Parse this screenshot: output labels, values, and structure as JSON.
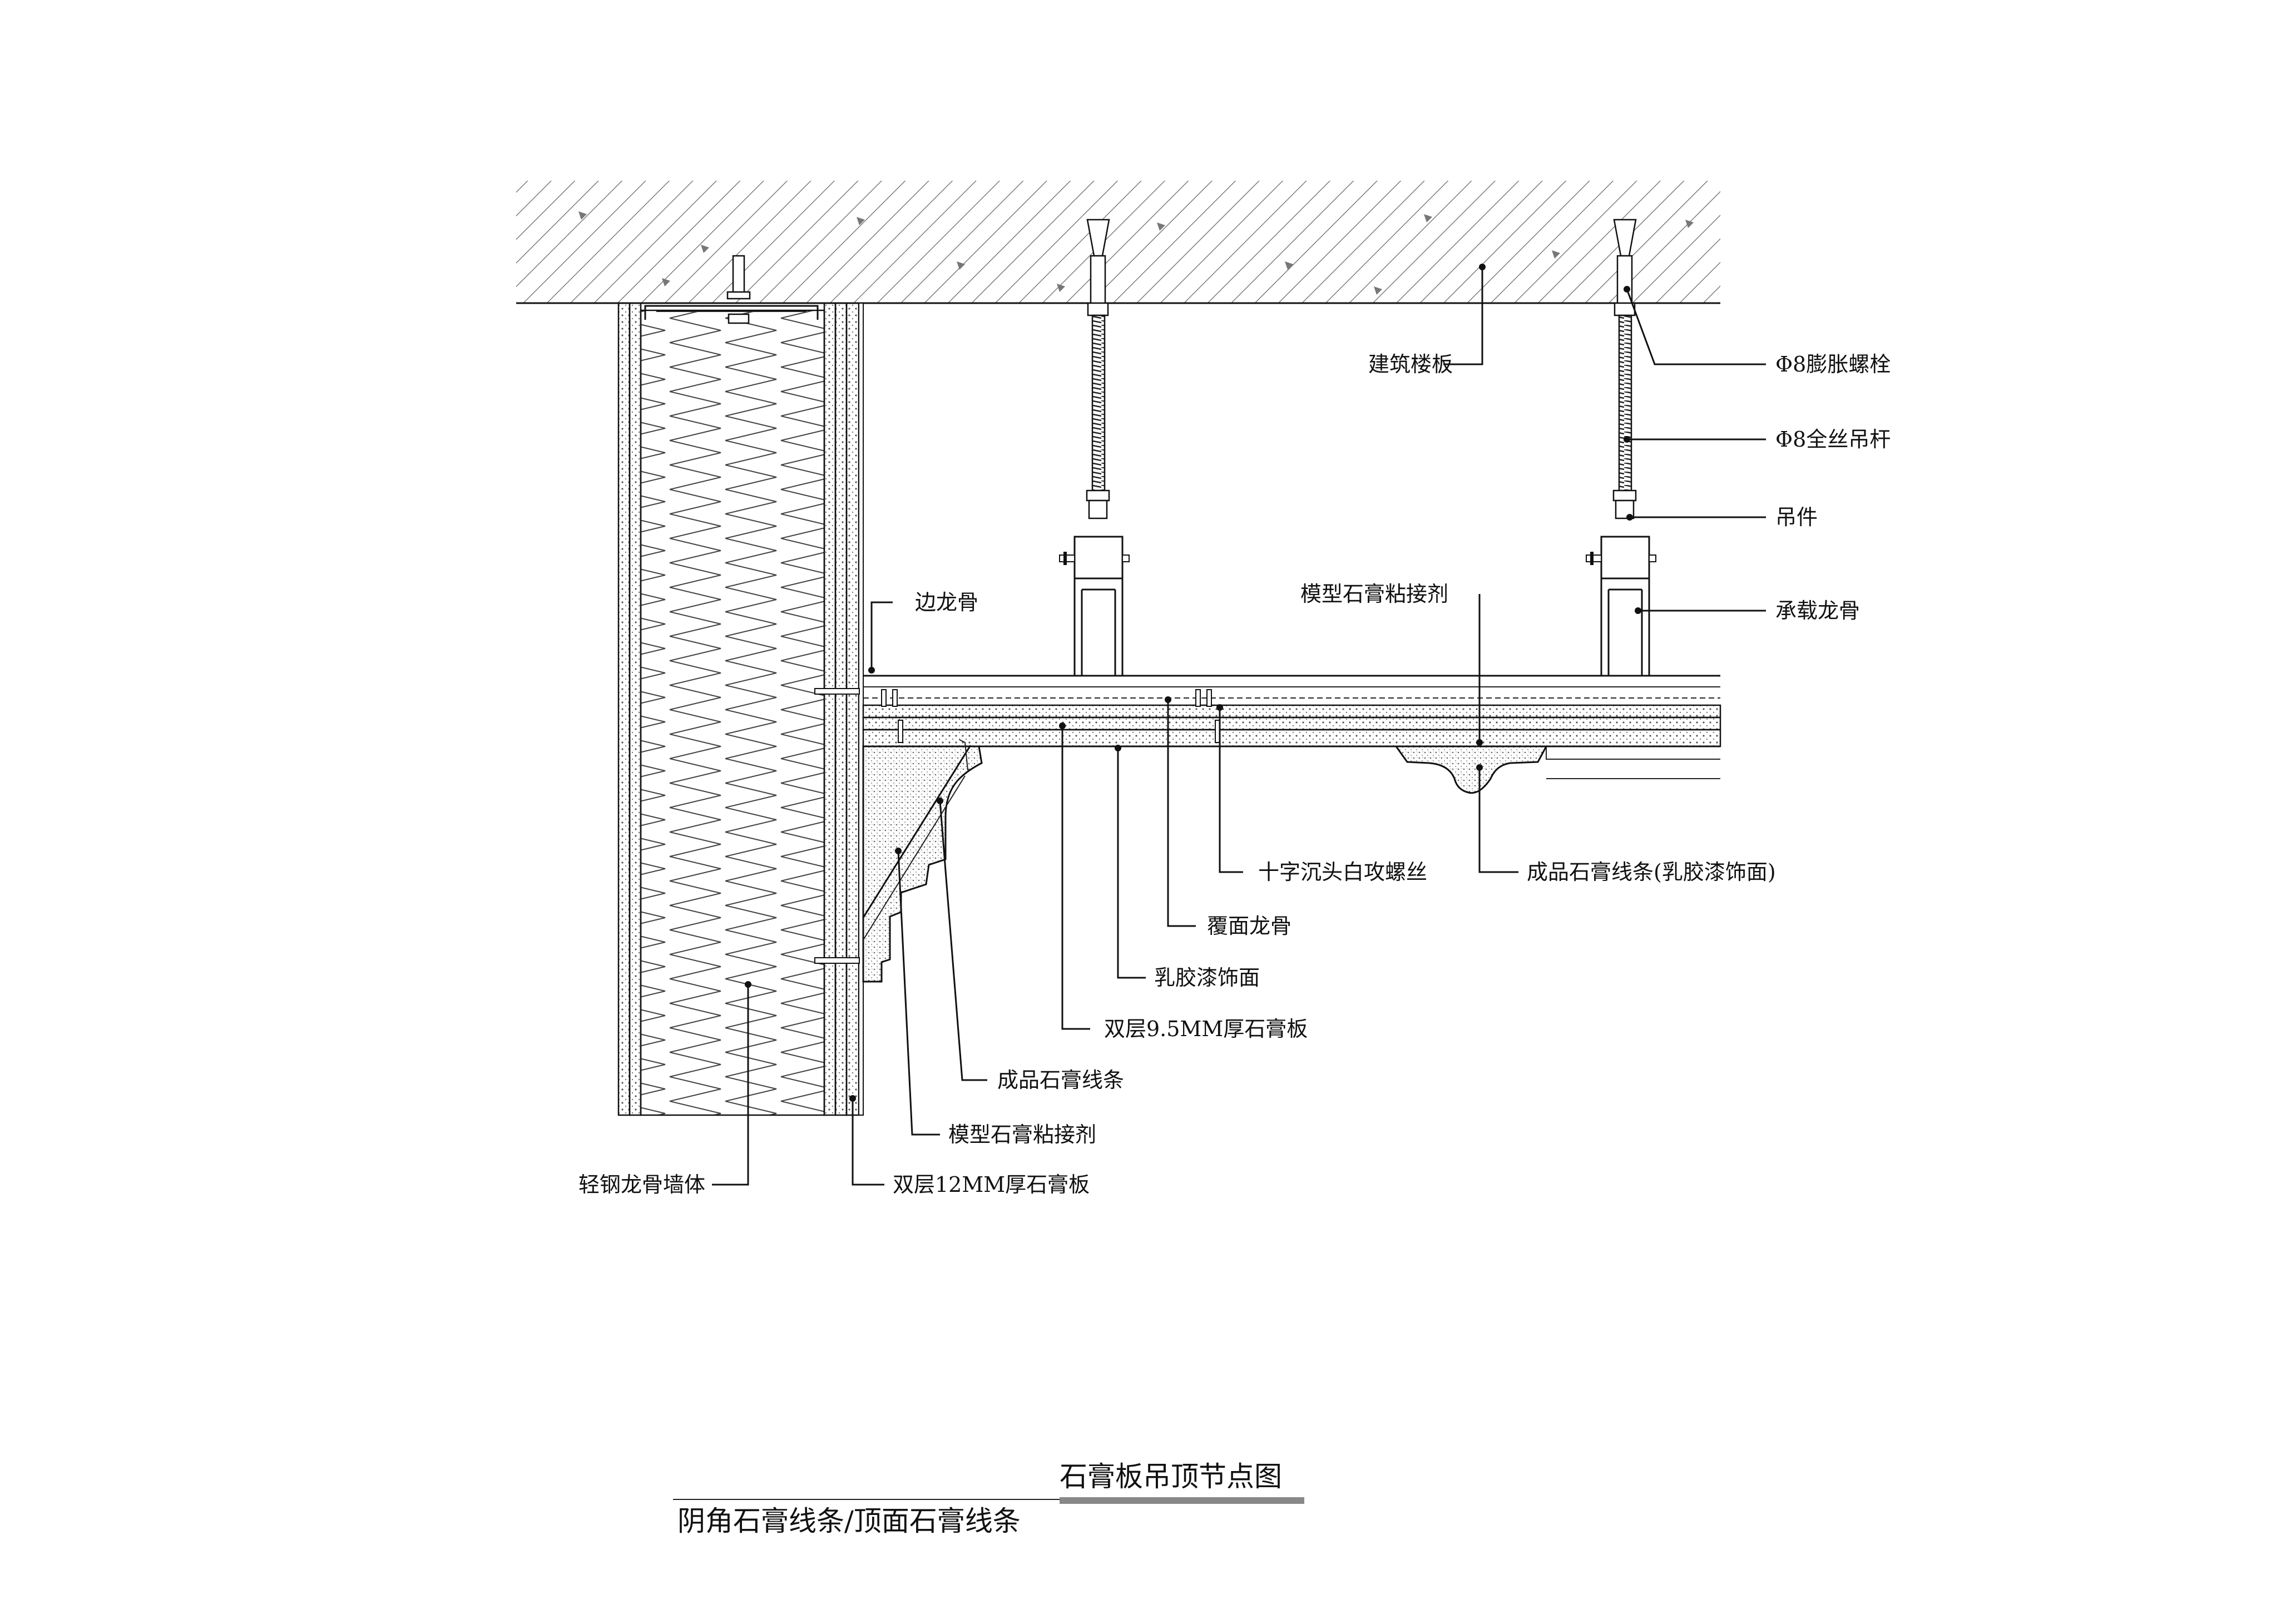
{
  "drawing": {
    "labels": {
      "building_slab": "建筑楼板",
      "expansion_bolt": "Φ8膨胀螺栓",
      "threaded_rod": "Φ8全丝吊杆",
      "hanger": "吊件",
      "main_runner": "承载龙骨",
      "edge_runner": "边龙骨",
      "adhesive_top": "模型石膏粘接剂",
      "self_tapping_screw": "十字沉头白攻螺丝",
      "ceiling_cornice": "成品石膏线条(乳胶漆饰面)",
      "cross_runner": "覆面龙骨",
      "latex_paint": "乳胶漆饰面",
      "double_board_9_5": "双层9.5MM厚石膏板",
      "corner_cornice": "成品石膏线条",
      "adhesive_corner": "模型石膏粘接剂",
      "steel_stud_wall": "轻钢龙骨墙体",
      "double_board_12": "双层12MM厚石膏板"
    },
    "title": "石膏板吊顶节点图",
    "subtitle": "阴角石膏线条/顶面石膏线条"
  },
  "colors": {
    "line": "#111111",
    "hatch": "#555555",
    "title_bar": "#888888",
    "background": "#ffffff"
  }
}
